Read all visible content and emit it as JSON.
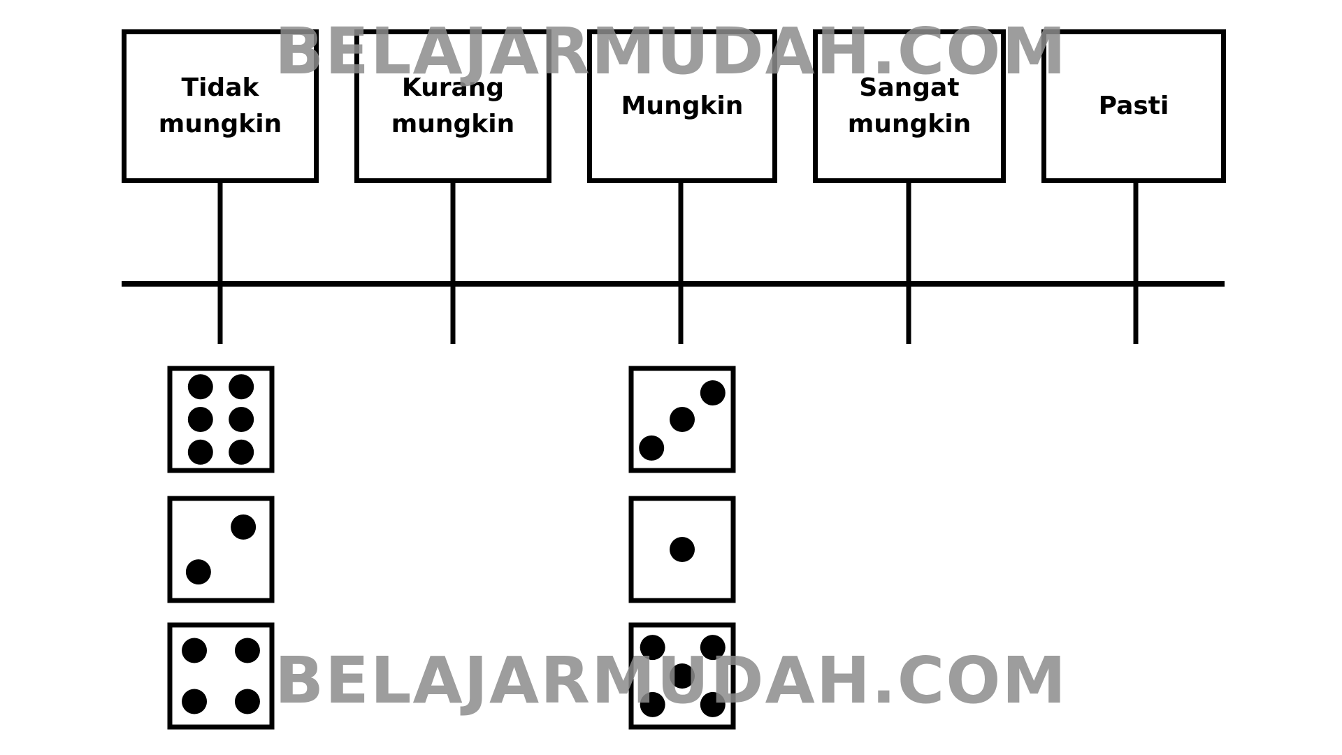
{
  "scale": {
    "labels": [
      "Tidak\nmungkin",
      "Kurang\nmungkin",
      "Mungkin",
      "Sangat\nmungkin",
      "Pasti"
    ]
  },
  "dice": [
    {
      "column": "Tidak\nmungkin",
      "faces": [
        6,
        2,
        4
      ]
    },
    {
      "column": "Mungkin",
      "faces": [
        3,
        1,
        5
      ]
    }
  ],
  "watermark": {
    "text": "BELAJARMUDAH.COM",
    "color": "#8c8c8c"
  },
  "colors": {
    "ink": "#000000",
    "background": "#ffffff"
  }
}
